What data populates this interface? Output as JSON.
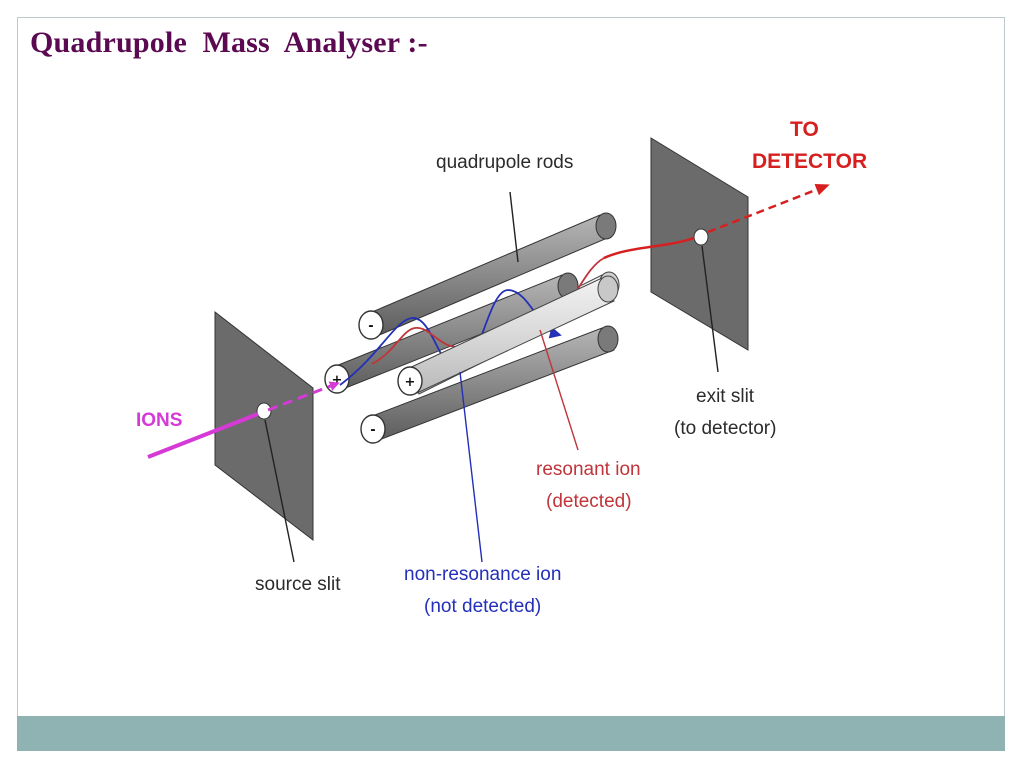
{
  "slide": {
    "title": "Quadrupole  Mass  Analyser :-"
  },
  "diagram": {
    "labels": {
      "ions": "IONS",
      "to_detector_line1": "TO",
      "to_detector_line2": "DETECTOR",
      "quadrupole_rods": "quadrupole rods",
      "exit_slit_line1": "exit slit",
      "exit_slit_line2": "(to detector)",
      "resonant_ion_line1": "resonant ion",
      "resonant_ion_line2": "(detected)",
      "non_resonance_ion_line1": "non-resonance ion",
      "non_resonance_ion_line2": "(not detected)",
      "source_slit": "source slit"
    },
    "rod_signs": {
      "top": "-",
      "left": "+",
      "front": "+",
      "bottom": "-"
    },
    "colors": {
      "title": "#5b0a52",
      "footer": "#8fb2b2",
      "ion_beam": "#d63ad6",
      "resonant_ion": "#c0353a",
      "non_resonance_ion": "#2430b8",
      "slit_plate": "#6b6b6b",
      "rod": "#8a8a8a",
      "rod_light": "#dcdcdc"
    }
  }
}
